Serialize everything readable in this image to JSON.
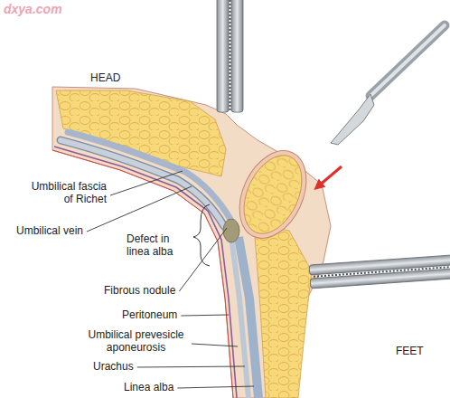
{
  "diagram": {
    "labels": [
      "dxya.com",
      "HEAD",
      "Umbilical fascia of Richet",
      "Umbilical vein",
      "Defect in linea alba",
      "Fibrous nodule",
      "Peritoneum",
      "Umbilical prevesicle aponeurosis",
      "Urachus",
      "Linea alba",
      "FEET"
    ]
  }
}
